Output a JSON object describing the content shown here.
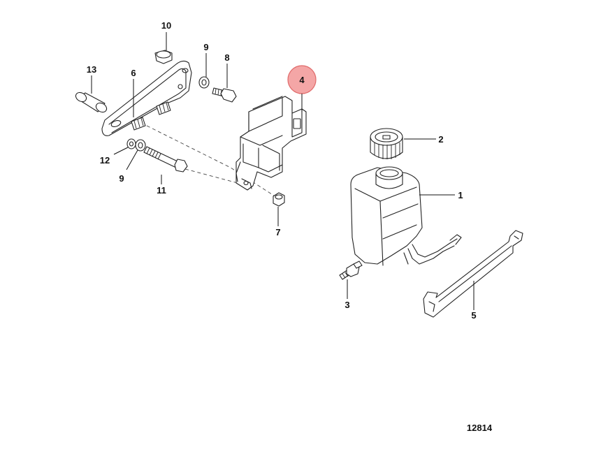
{
  "colors": {
    "line": "#222222",
    "highlight_fill": "#f4a6a6",
    "highlight_stroke": "#e06a6a",
    "background": "#ffffff"
  },
  "callouts": {
    "c1": "1",
    "c2": "2",
    "c3": "3",
    "c4": "4",
    "c5": "5",
    "c6": "6",
    "c7": "7",
    "c8": "8",
    "c9a": "9",
    "c9b": "9",
    "c10": "10",
    "c11": "11",
    "c12": "12",
    "c13": "13"
  },
  "highlighted_callout": "4",
  "drawing_number": "12814"
}
